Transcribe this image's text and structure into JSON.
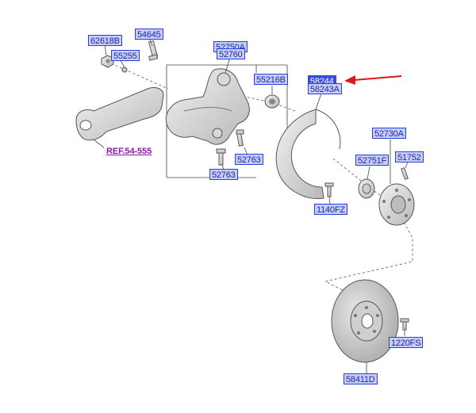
{
  "labels": {
    "p62618B": "62618B",
    "p54645": "54645",
    "p55255": "55255",
    "p52750A": "52750A",
    "p52760": "52760",
    "p55216B": "55216B",
    "p58244": "58244",
    "p58243A": "58243A",
    "p52730A": "52730A",
    "p52751F": "52751F",
    "p51752": "51752",
    "p52763a": "52763",
    "p52763b": "52763",
    "p1140FZ": "1140FZ",
    "p1220FS": "1220FS",
    "p58411D": "58411D",
    "ref": "REF.54-555"
  },
  "colors": {
    "label_fill": "#c8ccff",
    "label_border": "#2b3fd6",
    "highlight_fill": "#3b4fe0",
    "ref_text": "#8a1aa0",
    "pointer_arrow": "#d81b1b"
  }
}
